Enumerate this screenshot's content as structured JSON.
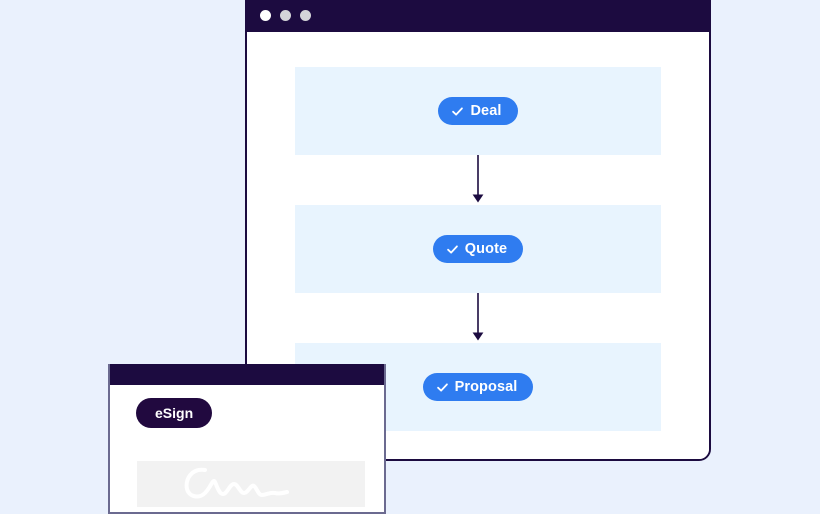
{
  "page": {
    "background_color": "#eaf1fd"
  },
  "main_window": {
    "name": "deal-flow-window",
    "titlebar": {
      "color": "#1c0b40",
      "dots": [
        {
          "name": "close-dot",
          "color": "#ffffff"
        },
        {
          "name": "minimize-dot",
          "color": "#d4d4d8"
        },
        {
          "name": "maximize-dot",
          "color": "#d4d4d8"
        }
      ]
    },
    "panel_color": "#e8f4fe",
    "accent_color": "#2f7cf0",
    "border_color": "#1c0b40",
    "stages": [
      {
        "label": "Deal",
        "icon": "check-icon",
        "state": "complete"
      },
      {
        "label": "Quote",
        "icon": "check-icon",
        "state": "complete"
      },
      {
        "label": "Proposal",
        "icon": "check-icon",
        "state": "complete"
      }
    ],
    "connectors": [
      {
        "name": "arrow-deal-to-quote",
        "icon": "arrow-down-icon",
        "color": "#1c0b40"
      },
      {
        "name": "arrow-quote-to-proposal",
        "icon": "arrow-down-icon",
        "color": "#1c0b40"
      }
    ]
  },
  "sign_window": {
    "name": "esign-window",
    "titlebar": {
      "color": "#1c0b40"
    },
    "badge": {
      "label": "eSign",
      "background_color": "#21093f",
      "text_color": "#ffffff"
    },
    "signature_field": {
      "name": "signature-canvas",
      "background_color": "#f2f2f2",
      "stroke_color": "#ffffff"
    },
    "border_color": "#6b6a90"
  }
}
